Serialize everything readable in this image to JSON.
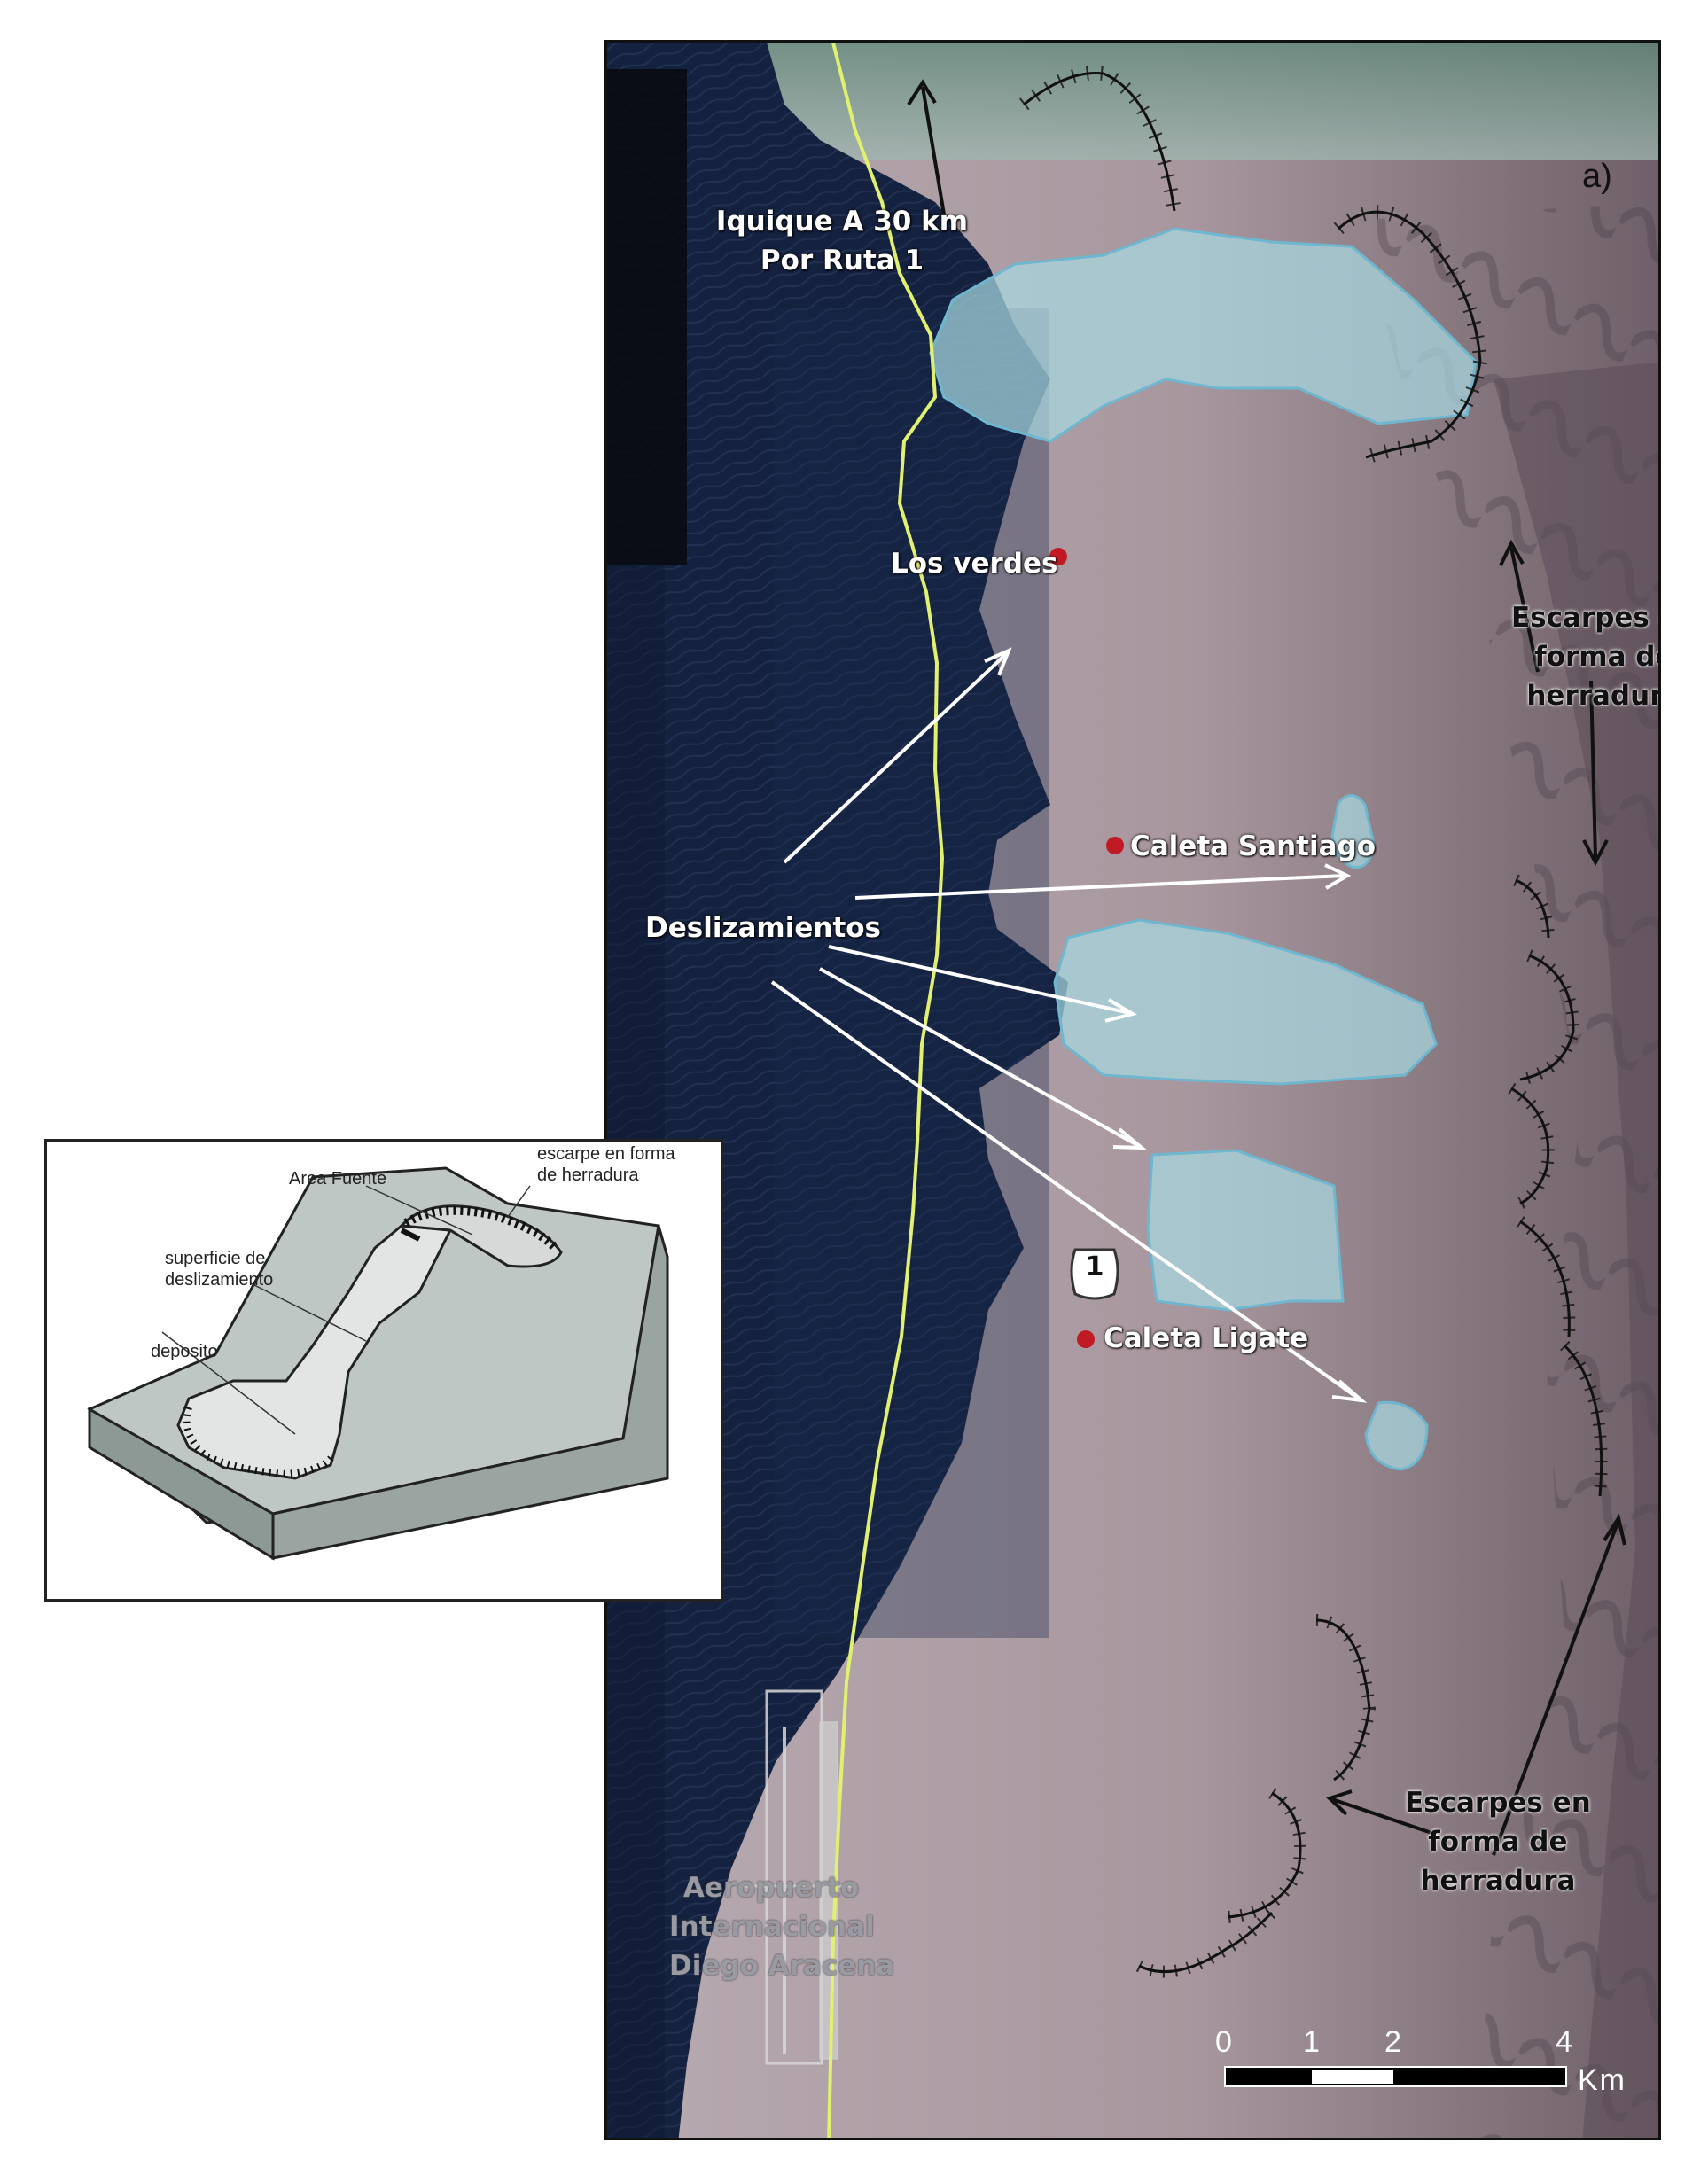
{
  "map": {
    "panel_label": "a)",
    "labels": {
      "iquique": [
        "Iquique A 30 km",
        "Por Ruta 1"
      ],
      "los_verdes": "Los verdes",
      "caleta_santiago": "Caleta Santiago",
      "caleta_ligate": "Caleta Ligate",
      "deslizamientos": "Deslizamientos",
      "escarpes_top": [
        "Escarpes en",
        "forma de",
        "herradura"
      ],
      "escarpes_bottom": [
        "Escarpes en",
        "forma de",
        "herradura"
      ],
      "aeropuerto": [
        "Aeropuerto",
        "Internacional",
        "Diego Aracena"
      ],
      "route_shield": "1"
    },
    "scale_bar": {
      "ticks": [
        "0",
        "1",
        "2",
        "4"
      ],
      "unit": "Km"
    },
    "colors": {
      "ocean": "#14213f",
      "land": "#a8989e",
      "landslide_fill": "#a8d8e0",
      "road": "#e2f070",
      "town_marker": "#c01b24"
    }
  },
  "inset": {
    "labels": {
      "area_fuente": "Area Fuente",
      "escarpe": [
        "escarpe en forma",
        "de herradura"
      ],
      "superficie": [
        "superficie de",
        "deslizamiento"
      ],
      "deposito": "deposito"
    }
  }
}
